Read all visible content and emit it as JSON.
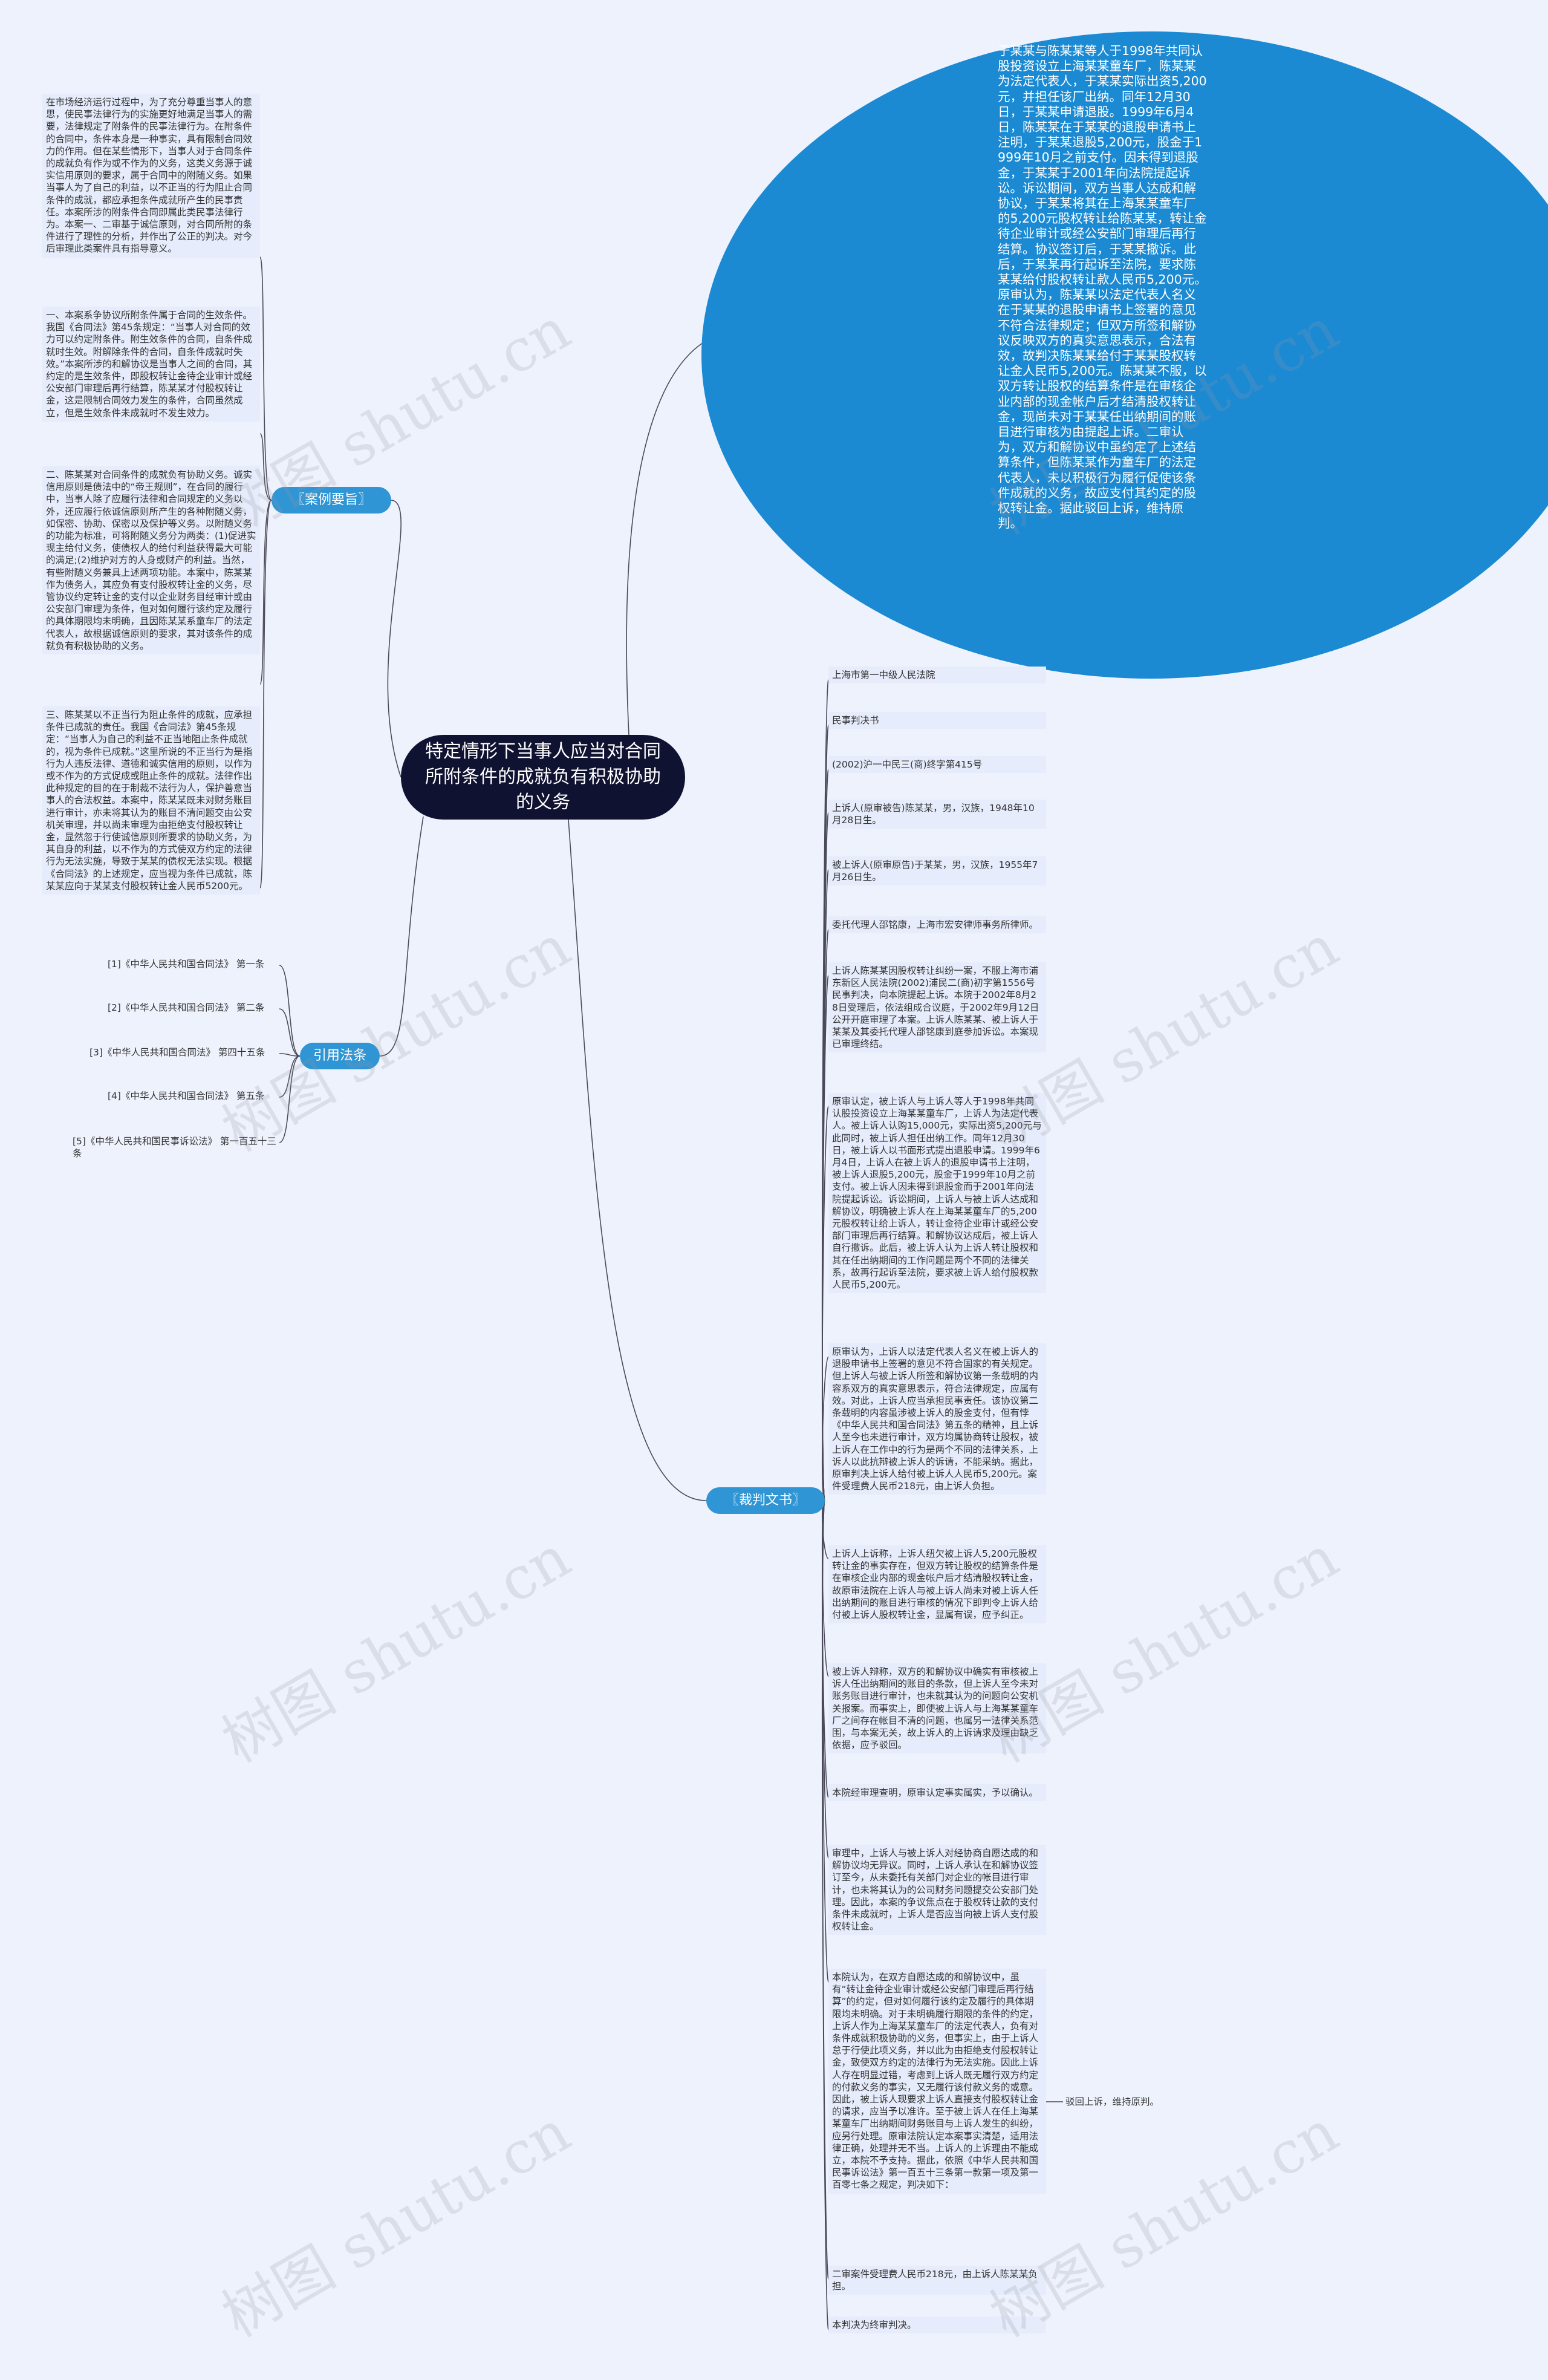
{
  "center": {
    "title": "特定情形下当事人应当对合同所附条件的成就负有积极协助的义务"
  },
  "branches": {
    "case_points": "〖案例要旨〗",
    "laws": "引用法条",
    "judgment": "〖裁判文书〗"
  },
  "summary_bubble": "于某某与陈某某等人于1998年共同认股投资设立上海某某童车厂，陈某某为法定代表人，于某某实际出资5,200元，并担任该厂出纳。同年12月30日，于某某申请退股。1999年6月4日，陈某某在于某某的退股申请书上注明，于某某退股5,200元，股金于1999年10月之前支付。因未得到退股金，于某某于2001年向法院提起诉讼。诉讼期间，双方当事人达成和解协议，于某某将其在上海某某童车厂的5,200元股权转让给陈某某，转让金待企业审计或经公安部门审理后再行结算。协议签订后，于某某撤诉。此后，于某某再行起诉至法院，要求陈某某给付股权转让款人民币5,200元。原审认为，陈某某以法定代表人名义在于某某的退股申请书上签署的意见不符合法律规定；但双方所签和解协议反映双方的真实意思表示，合法有效，故判决陈某某给付于某某股权转让金人民币5,200元。陈某某不服，以双方转让股权的结算条件是在审核企业内部的现金帐户后才结清股权转让金，现尚未对于某某任出纳期间的账目进行审核为由提起上诉。二审认为，双方和解协议中虽约定了上述结算条件，但陈某某作为童车厂的法定代表人，未以积极行为履行促使该条件成就的义务，故应支付其约定的股权转让金。据此驳回上诉，维持原判。",
  "case_points": [
    "在市场经济运行过程中，为了充分尊重当事人的意思，使民事法律行为的实施更好地满足当事人的需要，法律规定了附条件的民事法律行为。在附条件的合同中，条件本身是一种事实，具有限制合同效力的作用。但在某些情形下，当事人对于合同条件的成就负有作为或不作为的义务，这类义务源于诚实信用原则的要求，属于合同中的附随义务。如果当事人为了自己的利益，以不正当的行为阻止合同条件的成就，都应承担条件成就所产生的民事责任。本案所涉的附条件合同即属此类民事法律行为。本案一、二审基于诚信原则，对合同所附的条件进行了理性的分析，并作出了公正的判决。对今后审理此类案件具有指导意义。",
    "一、本案系争协议所附条件属于合同的生效条件。我国《合同法》第45条规定：“当事人对合同的效力可以约定附条件。附生效条件的合同，自条件成就时生效。附解除条件的合同，自条件成就时失效。”本案所涉的和解协议是当事人之间的合同，其约定的是生效条件，即股权转让金待企业审计或经公安部门审理后再行结算，陈某某才付股权转让金，这是限制合同效力发生的条件，合同虽然成立，但是生效条件未成就时不发生效力。",
    "二、陈某某对合同条件的成就负有协助义务。诚实信用原则是债法中的“帝王规则”，在合同的履行中，当事人除了应履行法律和合同规定的义务以外，还应履行依诚信原则所产生的各种附随义务，如保密、协助、保密以及保护等义务。以附随义务的功能为标准，可将附随义务分为两类：(1)促进实现主给付义务，使债权人的给付利益获得最大可能的满足;(2)维护对方的人身或财产的利益。当然，有些附随义务兼具上述两项功能。本案中，陈某某作为债务人，其应负有支付股权转让金的义务，尽管协议约定转让金的支付以企业财务目经审计或由公安部门审理为条件，但对如何履行该约定及履行的具体期限均未明确，且因陈某某系童车厂的法定代表人，故根据诚信原则的要求，其对该条件的成就负有积极协助的义务。",
    "三、陈某某以不正当行为阻止条件的成就，应承担条件已成就的责任。我国《合同法》第45条规定：“当事人为自己的利益不正当地阻止条件成就的，视为条件已成就。”这里所说的不正当行为是指行为人违反法律、道德和诚实信用的原则，以作为或不作为的方式促成或阻止条件的成就。法律作出此种规定的目的在于制裁不法行为人，保护善意当事人的合法权益。本案中，陈某某既未对财务账目进行审计，亦未将其认为的账目不清问题交由公安机关审理，并以尚未审理为由拒绝支付股权转让金，显然忽于行使诚信原则所要求的协助义务，为其自身的利益，以不作为的方式使双方约定的法律行为无法实施，导致于某某的债权无法实现。根据《合同法》的上述规定，应当视为条件已成就，陈某某应向于某某支付股权转让金人民币5200元。"
  ],
  "laws": [
    "[1]《中华人民共和国合同法》 第一条",
    "[2]《中华人民共和国合同法》 第二条",
    "[3]《中华人民共和国合同法》 第四十五条",
    "[4]《中华人民共和国合同法》 第五条",
    "[5]《中华人民共和国民事诉讼法》 第一百五十三条"
  ],
  "judgment": [
    "上海市第一中级人民法院",
    "民事判决书",
    "(2002)沪一中民三(商)终字第415号",
    "上诉人(原审被告)陈某某，男，汉族，1948年10月28日生。",
    "被上诉人(原审原告)于某某，男，汉族，1955年7月26日生。",
    "委托代理人邵铭康，上海市宏安律师事务所律师。",
    "上诉人陈某某因股权转让纠纷一案，不服上海市浦东新区人民法院(2002)浦民二(商)初字第1556号民事判决，向本院提起上诉。本院于2002年8月28日受理后，依法组成合议庭，于2002年9月12日公开开庭审理了本案。上诉人陈某某、被上诉人于某某及其委托代理人邵铭康到庭参加诉讼。本案现已审理终结。",
    "原审认定，被上诉人与上诉人等人于1998年共同认股投资设立上海某某童车厂，上诉人为法定代表人。被上诉人认购15,000元，实际出资5,200元与此同时，被上诉人担任出纳工作。同年12月30日，被上诉人以书面形式提出退股申请。1999年6月4日，上诉人在被上诉人的退股申请书上注明，被上诉人退股5,200元，股金于1999年10月之前支付。被上诉人因未得到退股金而于2001年向法院提起诉讼。诉讼期间，上诉人与被上诉人达成和解协议，明确被上诉人在上海某某童车厂的5,200元股权转让给上诉人，转让金待企业审计或经公安部门审理后再行结算。和解协议达成后，被上诉人自行撤诉。此后，被上诉人认为上诉人转让股权和其在任出纳期间的工作问题是两个不同的法律关系，故再行起诉至法院，要求被上诉人给付股权款人民币5,200元。",
    "原审认为，上诉人以法定代表人名义在被上诉人的退股申请书上签署的意见不符合国家的有关规定。但上诉人与被上诉人所签和解协议第一条载明的内容系双方的真实意思表示，符合法律规定，应属有效。对此，上诉人应当承担民事责任。该协议第二条载明的内容虽涉被上诉人的股金支付，但有悖《中华人民共和国合同法》第五条的精神，且上诉人至今也未进行审计，双方均属协商转让股权，被上诉人在工作中的行为是两个不同的法律关系，上诉人以此抗辩被上诉人的诉请，不能采纳。据此，原审判决上诉人给付被上诉人人民币5,200元。案件受理费人民币218元，由上诉人负担。",
    "上诉人上诉称，上诉人纽欠被上诉人5,200元股权转让金的事实存在，但双方转让股权的结算条件是在审核企业内部的现金帐户后才结清股权转让金，故原审法院在上诉人与被上诉人尚未对被上诉人任出纳期间的账目进行审核的情况下即判令上诉人给付被上诉人股权转让金，显属有误，应予纠正。",
    "被上诉人辩称，双方的和解协议中确实有审核被上诉人任出纳期间的账目的条款，但上诉人至今未对账务账目进行审计，也未就其认为的问题向公安机关报案。而事实上，即使被上诉人与上海某某童车厂之间存在帐目不清的问题，也属另一法律关系范围，与本案无关，故上诉人的上诉请求及理由缺乏依据，应予驳回。",
    "本院经审理查明，原审认定事实属实，予以确认。",
    "审理中，上诉人与被上诉人对经协商自愿达成的和解协议均无异议。同时，上诉人承认在和解协议签订至今，从未委托有关部门对企业的帐目进行审计，也未将其认为的公司财务问题提交公安部门处理。因此，本案的争议焦点在于股权转让款的支付条件未成就时，上诉人是否应当向被上诉人支付股权转让金。",
    "本院认为，在双方自愿达成的和解协议中，虽有“转让金待企业审计或经公安部门审理后再行结算”的约定，但对如何履行该约定及履行的具体期限均未明确。对于未明确履行期限的条件的约定，上诉人作为上海某某童车厂的法定代表人，负有对条件成就积极协助的义务，但事实上，由于上诉人怠于行使此项义务，并以此为由拒绝支付股权转让金，致使双方约定的法律行为无法实施。因此上诉人存在明显过错，考虑到上诉人既无履行双方约定的付款义务的事实，又无履行该付款义务的或意。因此，被上诉人现要求上诉人直接支付股权转让金的请求，应当予以准许。至于被上诉人在任上海某某童车厂出纳期间财务账目与上诉人发生的纠纷，应另行处理。原审法院认定本案事实清楚，适用法律正确，处理并无不当。上诉人的上诉理由不能成立，本院不予支持。据此，依照《中华人民共和国民事诉讼法》第一百五十三条第一款第一项及第一百零七条之规定，判决如下：",
    "二审案件受理费人民币218元，由上诉人陈某某负担。",
    "本判决为终审判决。"
  ],
  "verdict_leaf": "驳回上诉，维持原判。",
  "watermark": "树图 shutu.cn"
}
